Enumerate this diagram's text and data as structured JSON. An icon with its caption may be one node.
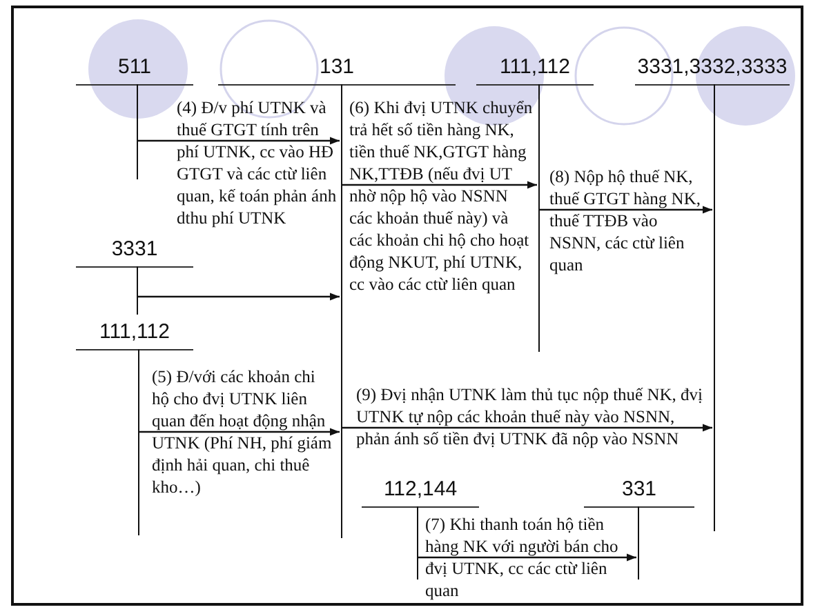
{
  "diagram": {
    "nodes": [
      {
        "text": [
          "511"
        ]
      },
      {
        "text": [
          "131"
        ]
      },
      {
        "text": [
          "111,112"
        ]
      },
      {
        "text": [
          "3331,3332,3333"
        ]
      },
      {
        "text": [
          "3331"
        ]
      },
      {
        "text": [
          "111,112"
        ]
      },
      {
        "text": [
          "112,144"
        ]
      },
      {
        "text": [
          "331"
        ]
      }
    ],
    "edges": [
      {
        "from": 0,
        "to": 1,
        "arrow": "to",
        "label": "(4) Đ/v phí UTNK và thuế GTGT tính trên phí UTNK, cc vào HĐ GTGT và các ctừ liên quan, kế toán phản ánh dthu phí UTNK"
      },
      {
        "from": 4,
        "to": 1,
        "arrow": "to"
      },
      {
        "from": 5,
        "to": 1,
        "arrow": "to",
        "label": "(5) Đ/với các khoản chi hộ cho đvị UTNK liên quan đến hoạt động nhận UTNK (Phí NH, phí giám định hải quan, chi thuê kho…)"
      },
      {
        "from": 1,
        "to": 2,
        "arrow": "to",
        "label": "(6) Khi đvị UTNK chuyển trả hết số tiền hàng NK, tiền thuế NK,GTGT hàng NK,TTĐB (nếu đvị UT nhờ nộp hộ vào NSNN các khoản thuế này) và các khoản chi hộ cho hoạt động NKUT, phí UTNK, cc vào các ctừ liên quan"
      },
      {
        "from": 6,
        "to": 7,
        "arrow": "to",
        "label": "(7) Khi thanh toán hộ tiền hàng NK với người bán cho đvị UTNK, cc các ctừ liên quan"
      },
      {
        "from": 2,
        "to": 3,
        "arrow": "to",
        "label": "(8) Nộp hộ thuế NK, thuế GTGT hàng NK, thuế TTĐB vào NSNN, các ctừ liên quan"
      },
      {
        "from": 1,
        "to": 3,
        "arrow": "to",
        "label": "(9) Đvị nhận UTNK làm thủ tục nộp thuế NK, đvị UTNK tự nộp các khoản thuế này vào NSNN, phản ánh số tiền đvị UTNK đã nộp vào NSNN"
      }
    ]
  }
}
